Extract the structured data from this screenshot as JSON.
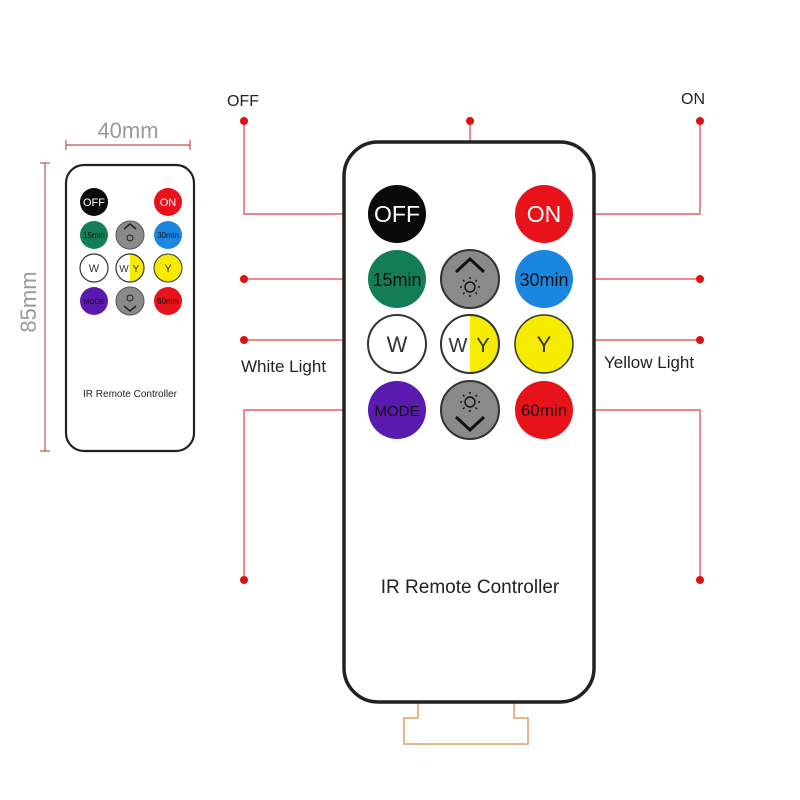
{
  "dimensions": {
    "width": "40mm",
    "height": "85mm"
  },
  "callouts": {
    "off": "OFF",
    "on": "ON",
    "white_light": "White Light",
    "yellow_light": "Yellow Light"
  },
  "remote": {
    "caption": "IR Remote Controller",
    "buttons": {
      "off": {
        "label": "OFF",
        "color": "#0a0a0a",
        "text_color": "#ffffff"
      },
      "on": {
        "label": "ON",
        "color": "#e8121b",
        "text_color": "#ffffff"
      },
      "timer_15": {
        "label": "15min",
        "color": "#137e55",
        "text_color": "#111111"
      },
      "brightness_up": {
        "icon": "brightness-up-icon",
        "color": "#8a8a8a"
      },
      "timer_30": {
        "label": "30min",
        "color": "#1b86e0",
        "text_color": "#111111"
      },
      "white": {
        "label": "W",
        "color": "#ffffff",
        "text_color": "#333333"
      },
      "white_yellow": {
        "label_left": "W",
        "label_right": "Y",
        "color_left": "#ffffff",
        "color_right": "#f5ec00",
        "text_color": "#333333"
      },
      "yellow": {
        "label": "Y",
        "color": "#f5ec00",
        "text_color": "#333333"
      },
      "mode": {
        "label": "MODE",
        "color": "#5a1ab0",
        "text_color": "#111111"
      },
      "brightness_down": {
        "icon": "brightness-down-icon",
        "color": "#8a8a8a"
      },
      "timer_60": {
        "label": "60min",
        "color": "#e8121b",
        "text_color": "#111111"
      }
    }
  },
  "colors": {
    "callout_line": "#e04040",
    "callout_dot": "#dd1111",
    "body_outline": "#222222",
    "dimension_line": "#c85050",
    "connector": "#e0a060"
  }
}
